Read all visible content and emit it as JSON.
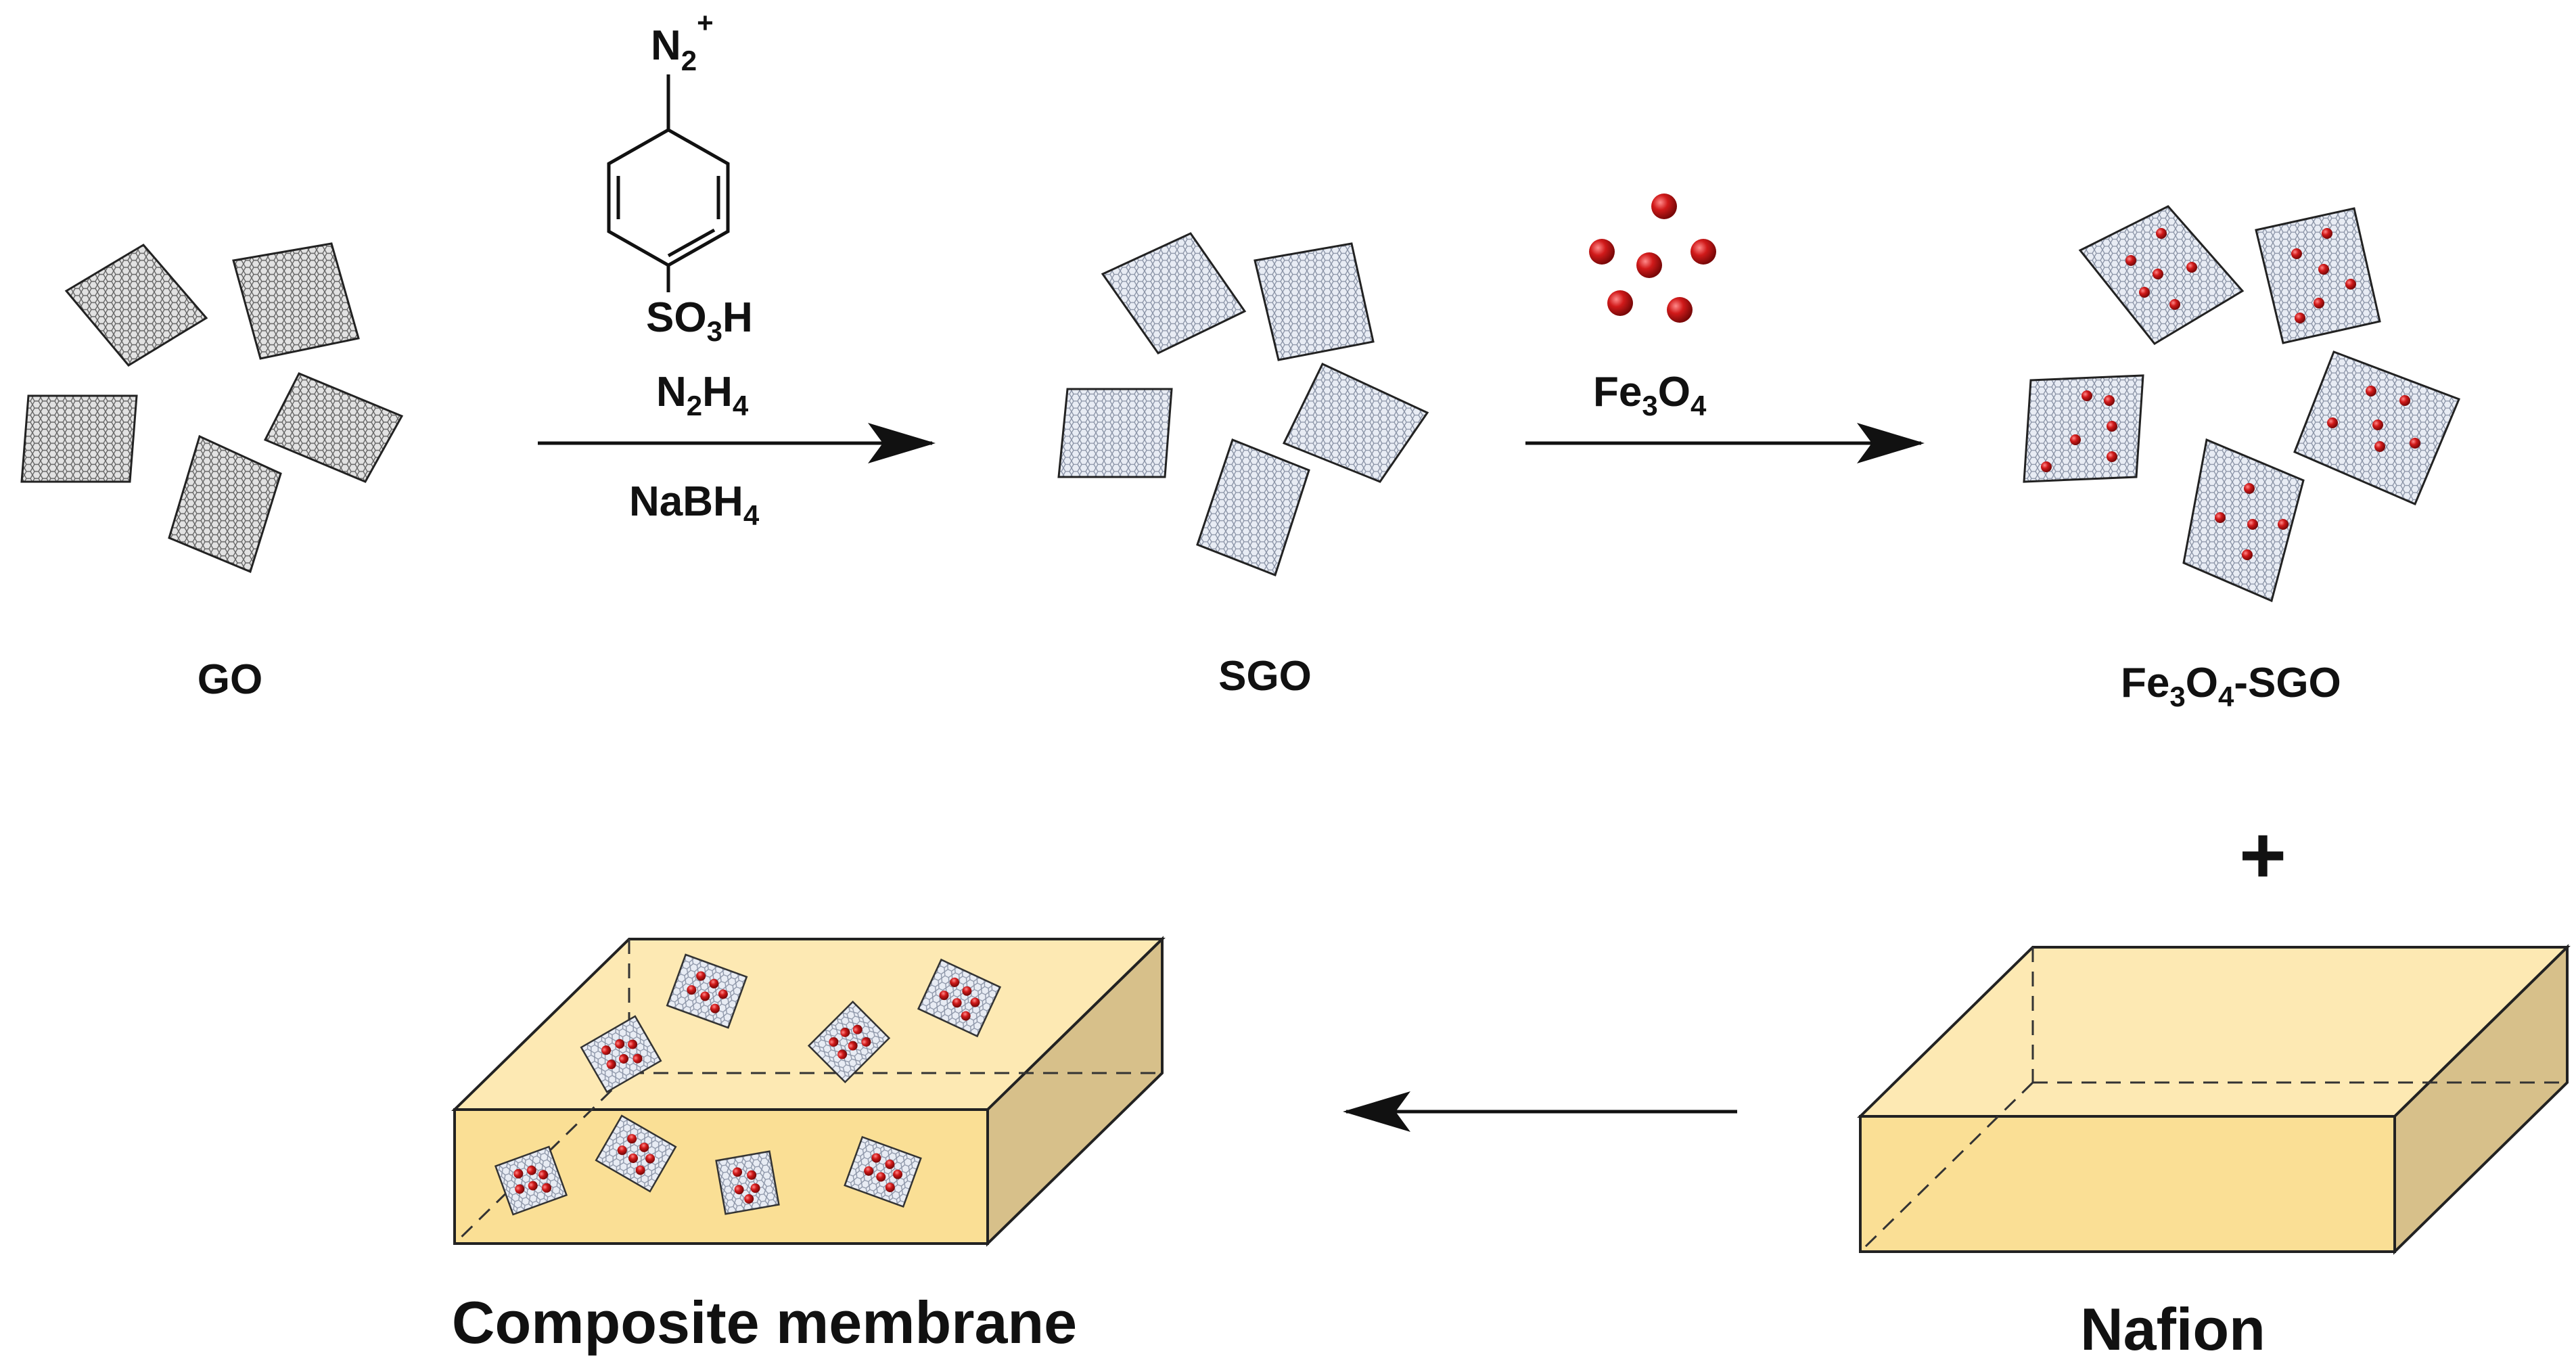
{
  "labels": {
    "go": "GO",
    "sgo": "SGO",
    "fe3o4_sgo": {
      "a": "Fe",
      "b": "3",
      "c": "O",
      "d": "4",
      "e": "-SGO"
    },
    "composite": "Composite membrane",
    "nafion": "Nafion",
    "plus": "+"
  },
  "reagents_step1": {
    "diazonium": {
      "a": "N",
      "b": "2",
      "c": "+"
    },
    "sulfonic": {
      "a": "SO",
      "b": "3",
      "c": "H"
    },
    "hydrazine": {
      "a": "N",
      "b": "2",
      "c": "H",
      "d": "4"
    },
    "borohydride": {
      "a": "NaBH",
      "b": "4"
    }
  },
  "reagents_step2": {
    "magnetite": {
      "a": "Fe",
      "b": "3",
      "c": "O",
      "d": "4"
    }
  },
  "colors": {
    "go_sheet": "#d9d9d9",
    "sgo_sheet": "#dde3ee",
    "nanoparticle": "#d11a1a",
    "block_top": "#fde9b3",
    "block_front": "#fadf95",
    "block_side": "#d7c08a",
    "outline": "#222222"
  }
}
